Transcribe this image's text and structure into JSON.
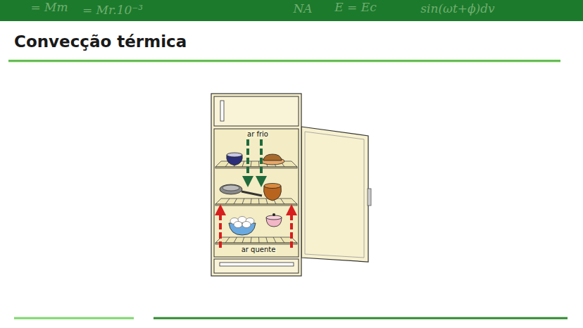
{
  "diagram": {
    "title": "Convecção térmica",
    "labels": [
      "ar frio",
      "ar quente",
      "= Mm",
      "= Mr.10⁻³",
      "NA",
      "E = Ec",
      "sin(ωt+ϕ)dv"
    ]
  }
}
